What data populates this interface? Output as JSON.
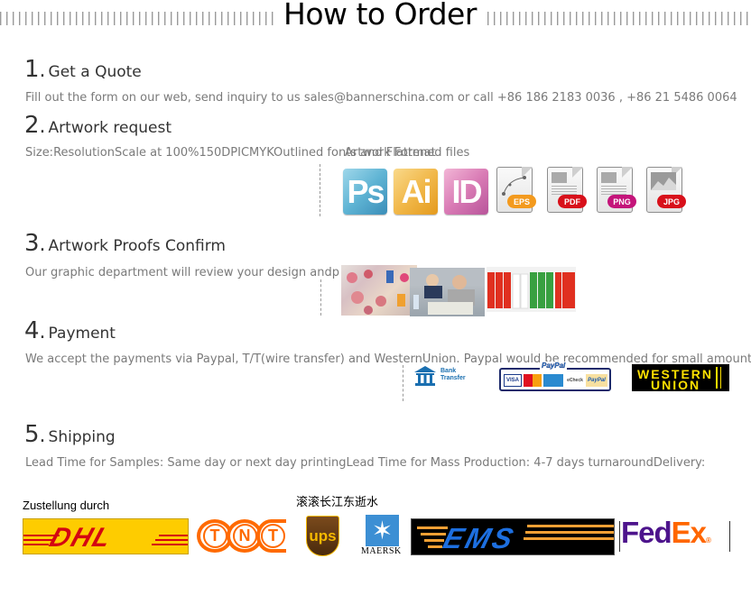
{
  "header": {
    "title": "How to Order"
  },
  "steps": [
    {
      "num": "1",
      "title": "Get a Quote",
      "text": "Fill out the form on our web, send inquiry to us sales@bannerschina.com or call +86 186 2183 0036 , +86 21 5486 0064"
    },
    {
      "num": "2",
      "title": "Artwork request",
      "text_fragments": [
        "Size:Resolution",
        "Scale at 100%",
        "150DPI",
        "CMYK",
        "Outlined fonts and Flattened files",
        "Artwork Format"
      ],
      "text_rendered": "Size:ResolutionScale at 100%150DPICMYKOutlined fonts and Flattened files",
      "overlay_text": "Artwork Format",
      "software_icons": [
        {
          "name": "photoshop-icon",
          "label": "Ps",
          "color": "#5fb4d4"
        },
        {
          "name": "illustrator-icon",
          "label": "Ai",
          "color": "#f1b84a"
        },
        {
          "name": "indesign-icon",
          "label": "ID",
          "color": "#d97bb5"
        }
      ],
      "file_icons": [
        {
          "name": "eps-file-icon",
          "label": "EPS",
          "color": "#f39a1e"
        },
        {
          "name": "pdf-file-icon",
          "label": "PDF",
          "color": "#d8101a"
        },
        {
          "name": "png-file-icon",
          "label": "PNG",
          "color": "#c4147a"
        },
        {
          "name": "jpg-file-icon",
          "label": "JPG",
          "color": "#d8101a"
        }
      ]
    },
    {
      "num": "3",
      "title": "Artwork Proofs Confirm",
      "text": "Our graphic department will review your design andp",
      "photos": [
        "printed-stickers-photo",
        "designers-at-desk-photo",
        "printed-banners-photo"
      ]
    },
    {
      "num": "4",
      "title": "Payment",
      "text": "We accept the payments via Paypal, T/T(wire transfer) and WesternUnion. Paypal would be recommended for small amount",
      "bank": {
        "line1": "Bank",
        "line2": "Transfer"
      },
      "paypal": {
        "title": "PayPal",
        "cards": [
          "VISA",
          "MasterCard",
          "AmEx",
          "eCheck",
          "PayPal"
        ]
      },
      "western_union": {
        "line1": "WESTERN",
        "line2": "UNION"
      }
    },
    {
      "num": "5",
      "title": "Shipping",
      "text": "Lead Time for Samples: Same day or next day printingLead Time for Mass Production: 4-7 days turnaroundDelivery:",
      "carrier_caption": "Zustellung durch",
      "chinese_caption": "滚滚长江东逝水",
      "carriers": {
        "dhl": "DHL",
        "tnt": [
          "T",
          "N",
          "T"
        ],
        "ups": "ups",
        "maersk": "MAERSK",
        "ems": "EMS",
        "fedex_fe": "Fed",
        "fedex_ex": "Ex"
      }
    }
  ],
  "colors": {
    "heading": "#333333",
    "body_text": "#7a7a7a",
    "dhl_yellow": "#fecc00",
    "dhl_red": "#d40511",
    "tnt_orange": "#ff6a00",
    "fedex_purple": "#4d148c",
    "fedex_orange": "#ff6600",
    "wu_yellow": "#fde000"
  }
}
